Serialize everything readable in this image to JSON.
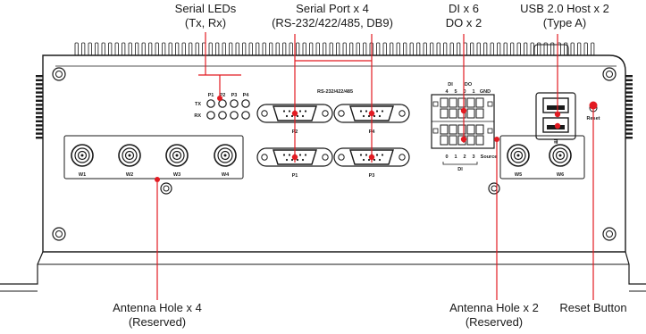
{
  "callouts": {
    "serial_leds": [
      "Serial LEDs",
      "(Tx, Rx)"
    ],
    "serial_port": [
      "Serial Port x 4",
      "(RS-232/422/485, DB9)"
    ],
    "dio": [
      "DI x 6",
      "DO x 2"
    ],
    "usb": [
      "USB 2.0 Host x 2",
      "(Type A)"
    ],
    "antenna4": [
      "Antenna Hole x 4",
      "(Reserved)"
    ],
    "antenna2": [
      "Antenna Hole x 2",
      "(Reserved)"
    ],
    "reset_button": "Reset Button"
  },
  "panel_labels": {
    "led_cols": [
      "P1",
      "P2",
      "P3",
      "P4"
    ],
    "led_tx": "TX",
    "led_rx": "RX",
    "rs_header": "RS-232/422/485",
    "ports": [
      "P2",
      "P4",
      "P1",
      "P3"
    ],
    "antennas_left": [
      "W1",
      "W2",
      "W3",
      "W4"
    ],
    "antennas_right": [
      "W5",
      "W6"
    ],
    "dio_top_di": "DI",
    "dio_top_do": "DO",
    "dio_top_nums": [
      "4",
      "5",
      "0",
      "1"
    ],
    "dio_gnd": "GND",
    "dio_bottom_nums": [
      "0",
      "1",
      "2",
      "3"
    ],
    "dio_source": "Source",
    "dio_bottom_di": "DI",
    "reset": "Reset"
  },
  "colors": {
    "callout_line": "#e21b22",
    "outline": "#1a1a1a"
  }
}
